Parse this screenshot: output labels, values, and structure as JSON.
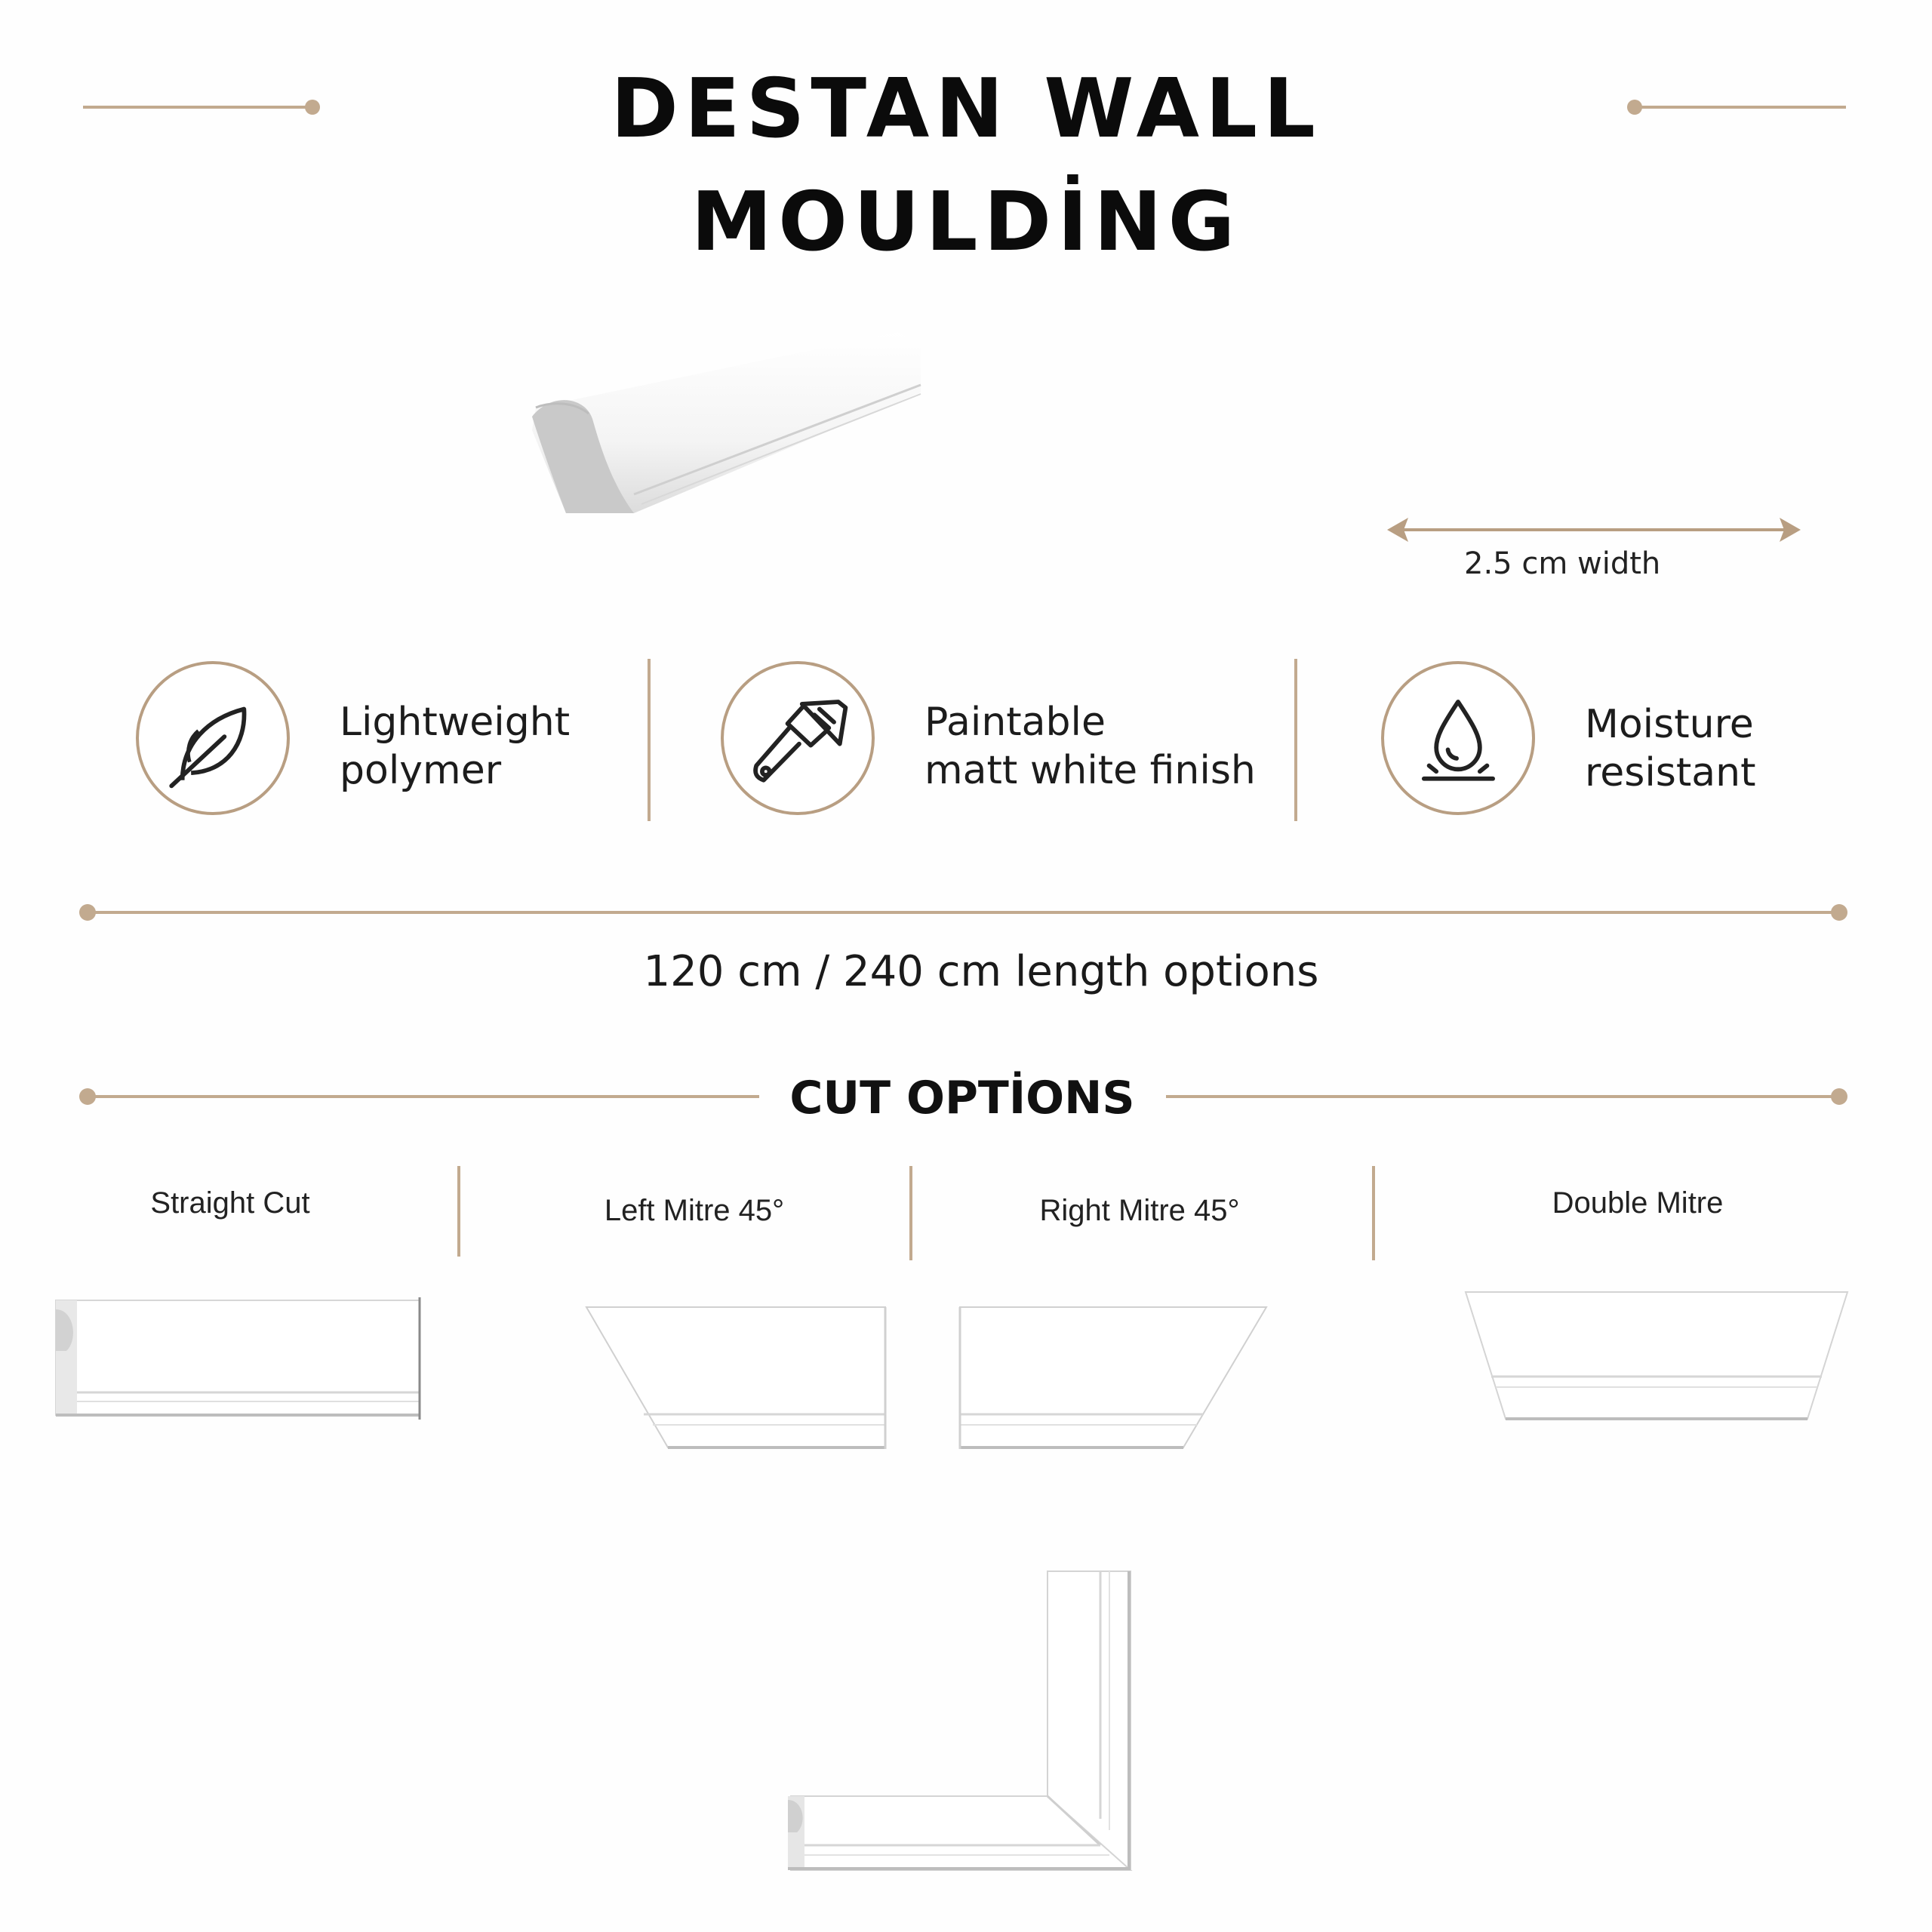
{
  "header": {
    "title": "DESTAN WALL MOULDİNG"
  },
  "dimensions": {
    "width_label": "2.5 cm width",
    "length_label": "120 cm / 240 cm length options"
  },
  "features": [
    {
      "icon": "leaf-icon",
      "line1": "Lightweight",
      "line2": "polymer"
    },
    {
      "icon": "paint-brush-icon",
      "line1": "Paintable",
      "line2": "matt white finish"
    },
    {
      "icon": "water-drop-icon",
      "line1": "Moisture",
      "line2": "resistant"
    }
  ],
  "cut_options": {
    "title": "CUT OPTİONS",
    "items": [
      {
        "label": "Straight Cut"
      },
      {
        "label": "Left Mitre 45°"
      },
      {
        "label": "Right Mitre 45°"
      },
      {
        "label": "Double Mitre"
      }
    ]
  },
  "colors": {
    "accent": "#c2aa8f",
    "text": "#111111",
    "moulding": "#ffffff"
  }
}
